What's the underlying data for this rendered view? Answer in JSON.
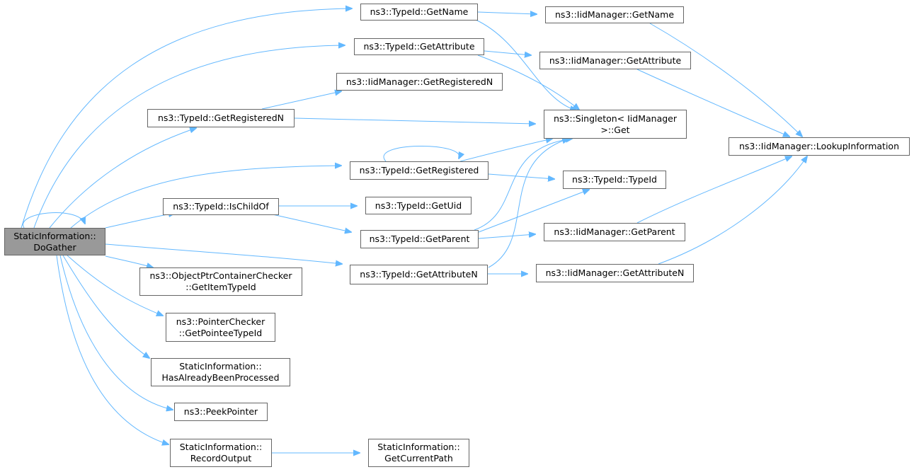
{
  "graph": {
    "nodes": {
      "root": [
        "StaticInformation::",
        "DoGather"
      ],
      "tid_getname": [
        "ns3::TypeId::GetName"
      ],
      "iid_getname": [
        "ns3::IidManager::GetName"
      ],
      "tid_getattribute": [
        "ns3::TypeId::GetAttribute"
      ],
      "iid_getattribute": [
        "ns3::IidManager::GetAttribute"
      ],
      "iid_getregisteredn": [
        "ns3::IidManager::GetRegisteredN"
      ],
      "tid_getregisteredn": [
        "ns3::TypeId::GetRegisteredN"
      ],
      "singleton_get": [
        "ns3::Singleton< IidManager",
        ">::Get"
      ],
      "iid_lookup": [
        "ns3::IidManager::LookupInformation"
      ],
      "tid_getregistered": [
        "ns3::TypeId::GetRegistered"
      ],
      "tid_typeid": [
        "ns3::TypeId::TypeId"
      ],
      "tid_ischildof": [
        "ns3::TypeId::IsChildOf"
      ],
      "tid_getuid": [
        "ns3::TypeId::GetUid"
      ],
      "tid_getparent": [
        "ns3::TypeId::GetParent"
      ],
      "iid_getparent": [
        "ns3::IidManager::GetParent"
      ],
      "tid_getattributen": [
        "ns3::TypeId::GetAttributeN"
      ],
      "iid_getattributen": [
        "ns3::IidManager::GetAttributeN"
      ],
      "opcc_getitemtypeid": [
        "ns3::ObjectPtrContainerChecker",
        "::GetItemTypeId"
      ],
      "pc_getpointeetypeid": [
        "ns3::PointerChecker",
        "::GetPointeeTypeId"
      ],
      "si_hasalreadybeenprocessed": [
        "StaticInformation::",
        "HasAlreadyBeenProcessed"
      ],
      "peekpointer": [
        "ns3::PeekPointer"
      ],
      "si_recordoutput": [
        "StaticInformation::",
        "RecordOutput"
      ],
      "si_getcurrentpath": [
        "StaticInformation::",
        "GetCurrentPath"
      ]
    },
    "colors": {
      "edge": "#63b8ff",
      "root_fill": "#999999",
      "node_border": "#666666"
    }
  }
}
